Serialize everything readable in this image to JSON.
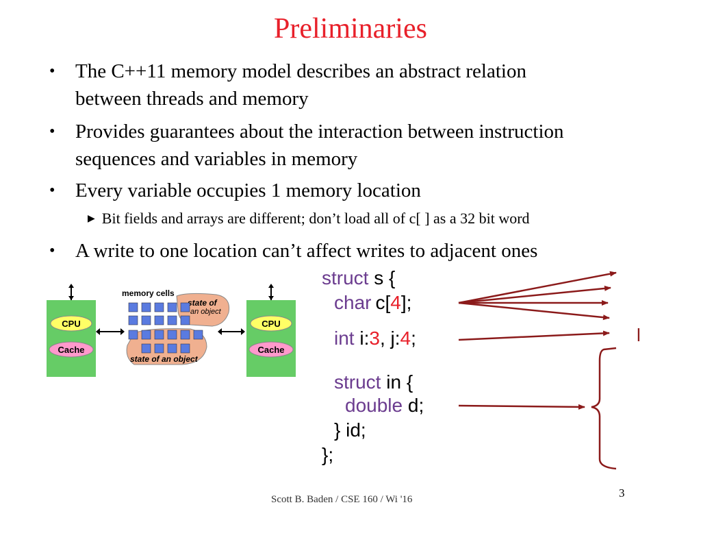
{
  "slide": {
    "title": "Preliminaries",
    "bullets": [
      {
        "line1": "The C++11 memory model describes an abstract relation",
        "line2": "between threads and memory"
      },
      {
        "line1": "Provides guarantees about the interaction between instruction",
        "line2": "sequences  and variables in memory"
      },
      {
        "line1": "Every variable occupies 1 memory location",
        "sub": "Bit fields and arrays are different; don’t load all of c[ ] as a 32 bit word"
      },
      {
        "line1": "A write to one location can’t affect writes to adjacent ones"
      }
    ],
    "bullet_glyph": "•",
    "footer": "Scott B. Baden / CSE 160 / Wi '16",
    "page_number": "3"
  },
  "diagram": {
    "memory_cells_label": "memory cells",
    "state_object_label_1": "state of",
    "state_object_label_2": "an object",
    "state_of_an_object_bottom": "state of an object",
    "left_cpu": "CPU",
    "left_cache": "Cache",
    "right_cpu": "CPU",
    "right_cache": "Cache"
  },
  "code": {
    "struct_kw": "struct",
    "struct_name": "s {",
    "char_kw": "char",
    "char_rest1": "c[",
    "char_num": "4",
    "char_rest2": "];",
    "int_kw": "int",
    "int_i": "i:",
    "int_i_num": "3",
    "int_sep": ", j:",
    "int_j_num": "4",
    "int_end": ";",
    "inner_struct_kw": "struct",
    "inner_struct_name": "in {",
    "double_kw": "double",
    "double_rest": "d;",
    "inner_close": "} id;",
    "outer_close": "};"
  },
  "annotation_mark": "l",
  "colors": {
    "title": "#e8202a",
    "keyword": "#6b3c8f",
    "number": "#e8202a",
    "arrow": "#8b1a1a",
    "cpu_box": "#66cc66",
    "cpu_label": "#ffff66",
    "cache_label": "#ff99cc",
    "memory_cell": "#5a7be0",
    "state_region": "#f0b090"
  }
}
